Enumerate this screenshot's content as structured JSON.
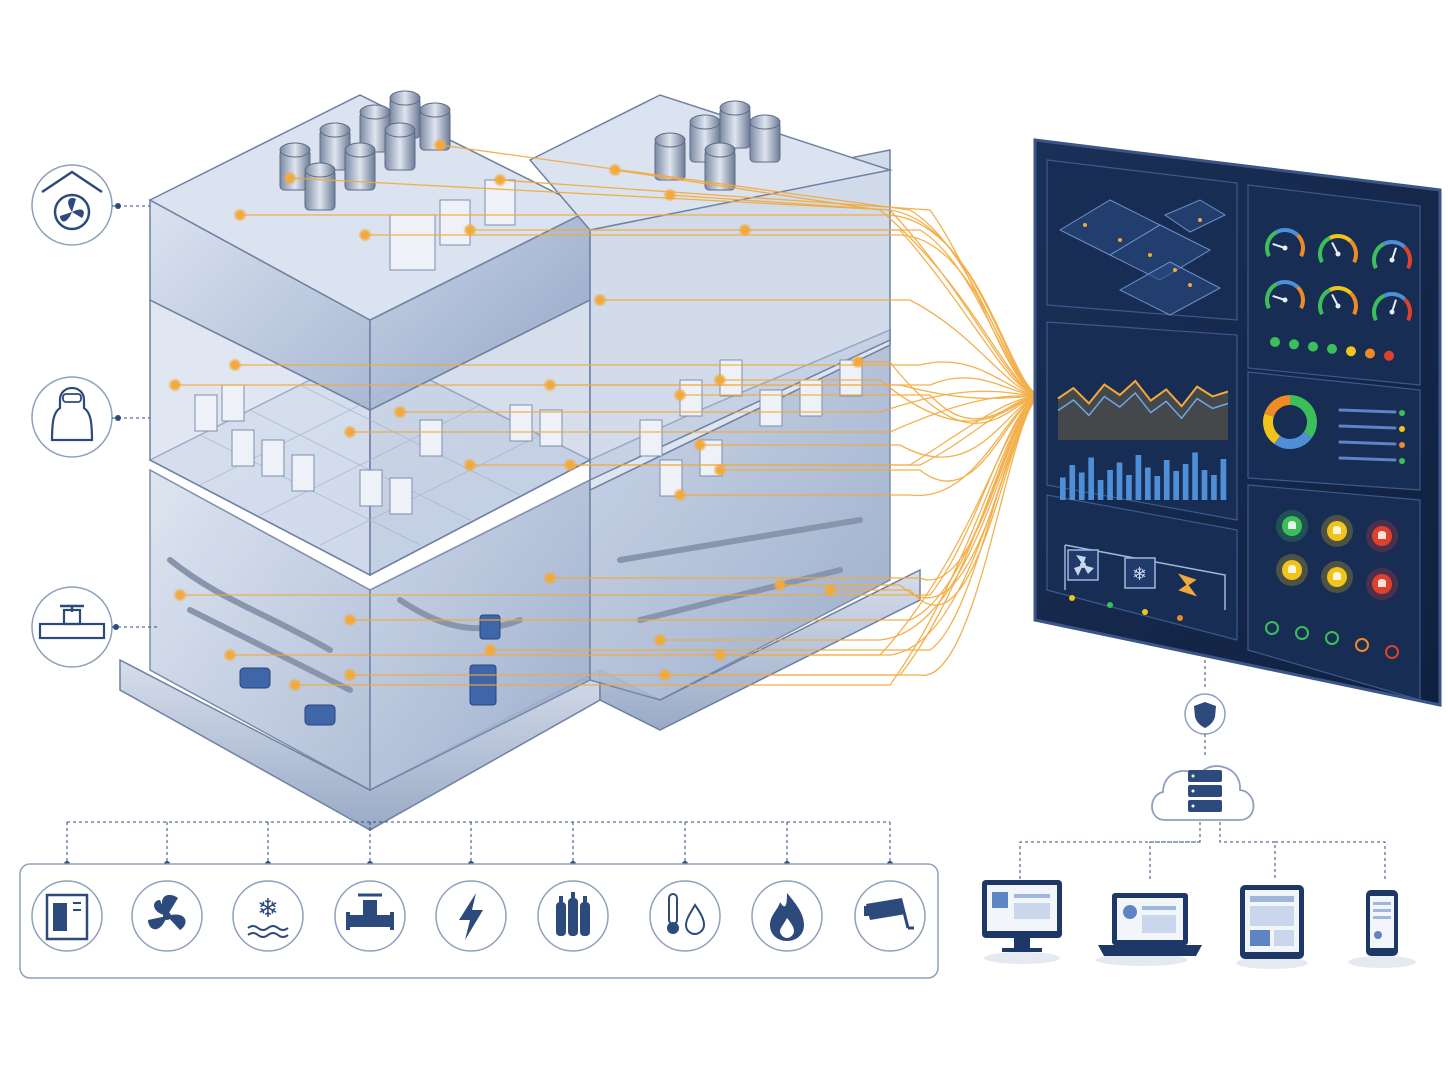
{
  "colors": {
    "primary": "#2d4a7c",
    "accent": "#f2a93b",
    "panel_bg": "#16284a",
    "panel_border": "#3a5686",
    "building_glass": "#b9c6dd",
    "building_edge": "#6f81a3",
    "status_green": "#3cbf5a",
    "status_yellow": "#f0c419",
    "status_orange": "#f08a24",
    "status_red": "#e0412f"
  },
  "side_icons": [
    {
      "name": "roof-exhaust-fan-icon"
    },
    {
      "name": "cleanroom-operator-icon"
    },
    {
      "name": "pipe-valve-icon"
    }
  ],
  "system_icons": [
    {
      "name": "air-handling-unit-icon"
    },
    {
      "name": "fan-icon"
    },
    {
      "name": "chiller-cooling-icon"
    },
    {
      "name": "valve-pipe-icon"
    },
    {
      "name": "power-bolt-icon"
    },
    {
      "name": "gas-cylinders-icon"
    },
    {
      "name": "temperature-humidity-icon"
    },
    {
      "name": "fire-flame-icon"
    },
    {
      "name": "security-camera-icon"
    }
  ],
  "dashboard": {
    "gauge_count": 6,
    "status_dots": [
      "green",
      "green",
      "green",
      "green",
      "yellow",
      "orange",
      "red"
    ],
    "alarm_lights": [
      "green",
      "yellow",
      "red",
      "yellow",
      "yellow",
      "red"
    ],
    "line_chart": [
      0.55,
      0.4,
      0.62,
      0.35,
      0.5,
      0.3,
      0.58,
      0.42,
      0.66,
      0.38,
      0.52,
      0.45
    ],
    "bar_chart": [
      0.45,
      0.7,
      0.55,
      0.85,
      0.4,
      0.6,
      0.75,
      0.5,
      0.9,
      0.65,
      0.48,
      0.8,
      0.58,
      0.72,
      0.95,
      0.6,
      0.5,
      0.82
    ],
    "donut_segments": [
      0.35,
      0.25,
      0.2,
      0.2
    ]
  },
  "devices": [
    {
      "name": "desktop-monitor-icon"
    },
    {
      "name": "laptop-icon"
    },
    {
      "name": "tablet-icon"
    },
    {
      "name": "smartphone-icon"
    }
  ],
  "cloud": {
    "name": "cloud-server-icon"
  },
  "security": {
    "name": "security-shield-icon"
  }
}
